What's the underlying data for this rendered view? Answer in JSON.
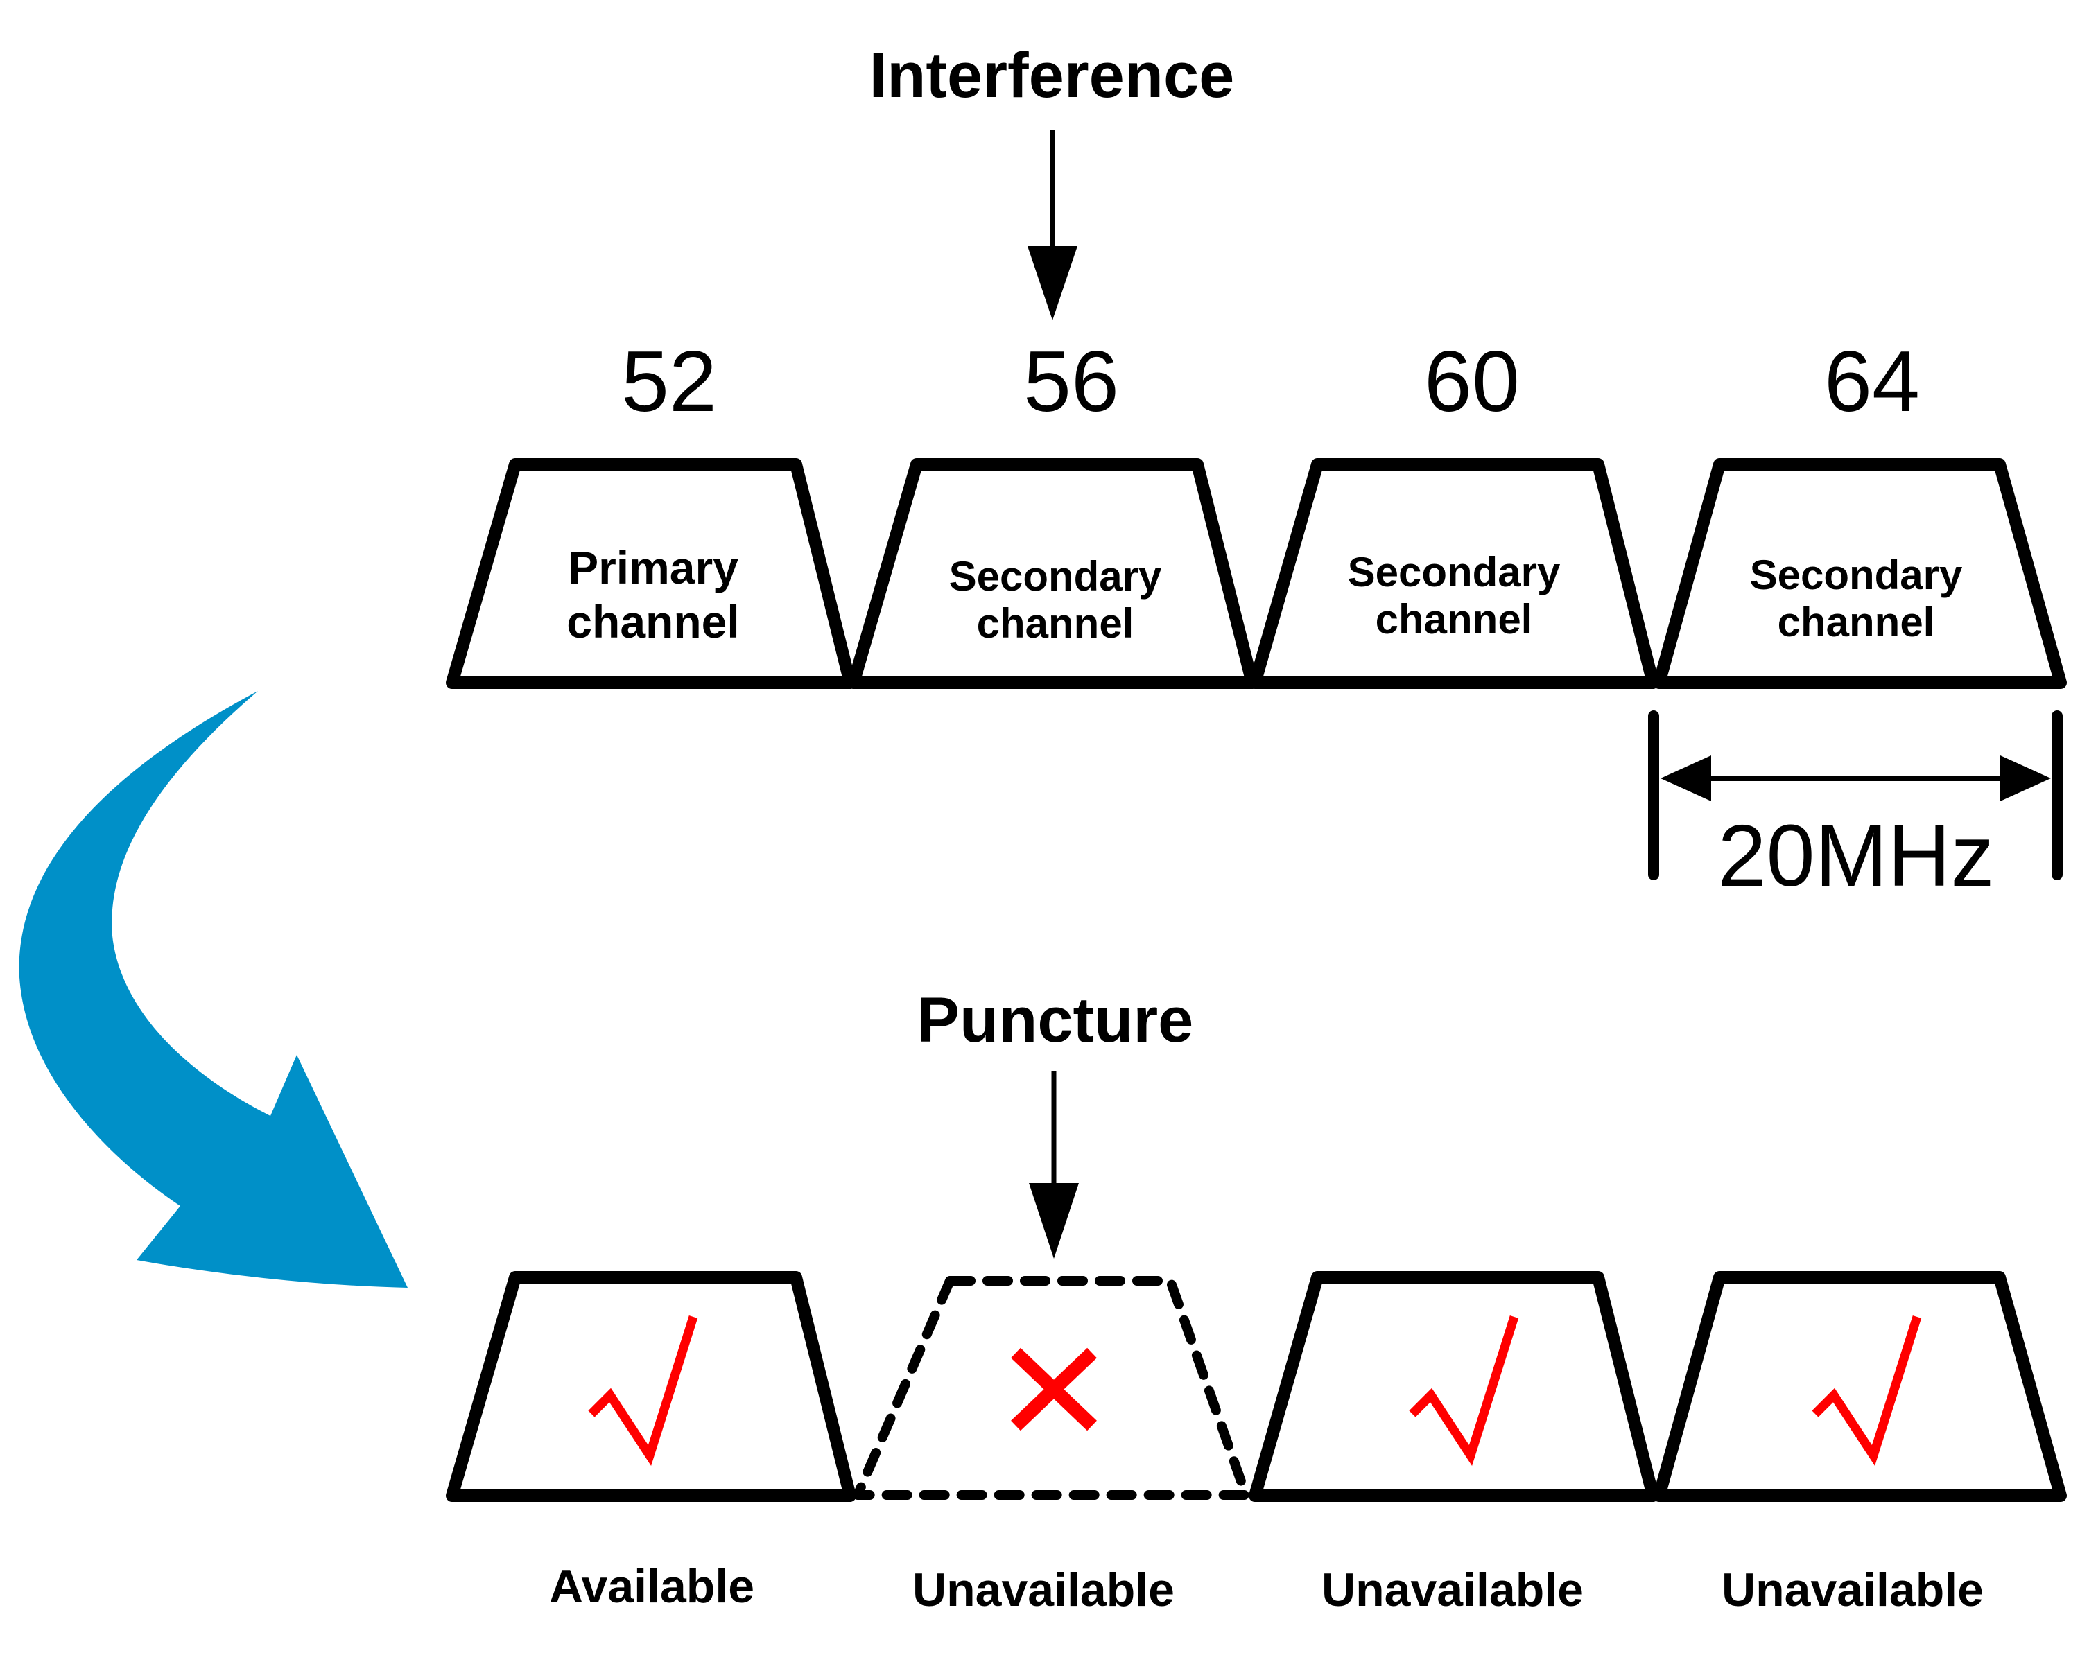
{
  "labels": {
    "interference": "Interference",
    "puncture": "Puncture",
    "bandwidth": "20MHz"
  },
  "channels": [
    {
      "number": "52",
      "line1": "Primary",
      "line2": "channel"
    },
    {
      "number": "56",
      "line1": "Secondary",
      "line2": "channel"
    },
    {
      "number": "60",
      "line1": "Secondary",
      "line2": "channel"
    },
    {
      "number": "64",
      "line1": "Secondary",
      "line2": "channel"
    }
  ],
  "status": [
    "Available",
    "Unavailable",
    "Unavailable",
    "Unavailable"
  ],
  "marks": [
    "check-icon",
    "cross-icon",
    "check-icon",
    "check-icon"
  ],
  "colors": {
    "line": "#000000",
    "mark": "#ff0000",
    "curved_arrow": "#0090c8"
  }
}
